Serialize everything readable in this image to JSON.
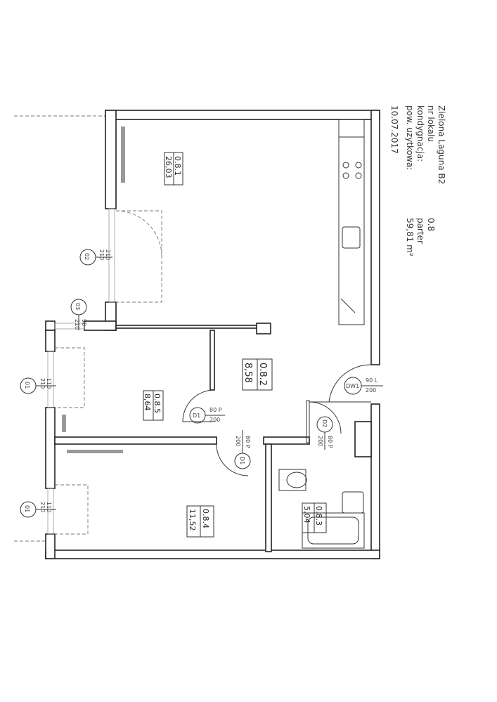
{
  "info": {
    "project": "Zielona Laguna B2",
    "unit_label": "nr lokalu",
    "unit_value": "0.8",
    "floor_label": "kondygnacja:",
    "floor_value": "parter",
    "area_label": "pow. uzytkowa:",
    "area_value": "59,81 m²",
    "date": "10.07.2017"
  },
  "rooms": [
    {
      "id": "0.8.1",
      "area": "26,03"
    },
    {
      "id": "0.8.2",
      "area": "8,58"
    },
    {
      "id": "0.8.5",
      "area": "8,64"
    },
    {
      "id": "0.8.4",
      "area": "11,52"
    },
    {
      "id": "0.8.3",
      "area": "5,04"
    }
  ],
  "windows": [
    {
      "tag": "02",
      "w": "210",
      "h": "210"
    },
    {
      "tag": "03",
      "w": "90",
      "h": "210"
    },
    {
      "tag": "01",
      "w": "110",
      "h": "210"
    },
    {
      "tag": "01",
      "w": "110",
      "h": "210"
    }
  ],
  "doors": [
    {
      "tag": "D1",
      "w": "80 P",
      "h": "200"
    },
    {
      "tag": "D1",
      "w": "80 P",
      "h": "200"
    },
    {
      "tag": "D2",
      "w": "80 P",
      "h": "200"
    },
    {
      "tag": "DW1",
      "w": "90 L",
      "h": "200"
    }
  ]
}
